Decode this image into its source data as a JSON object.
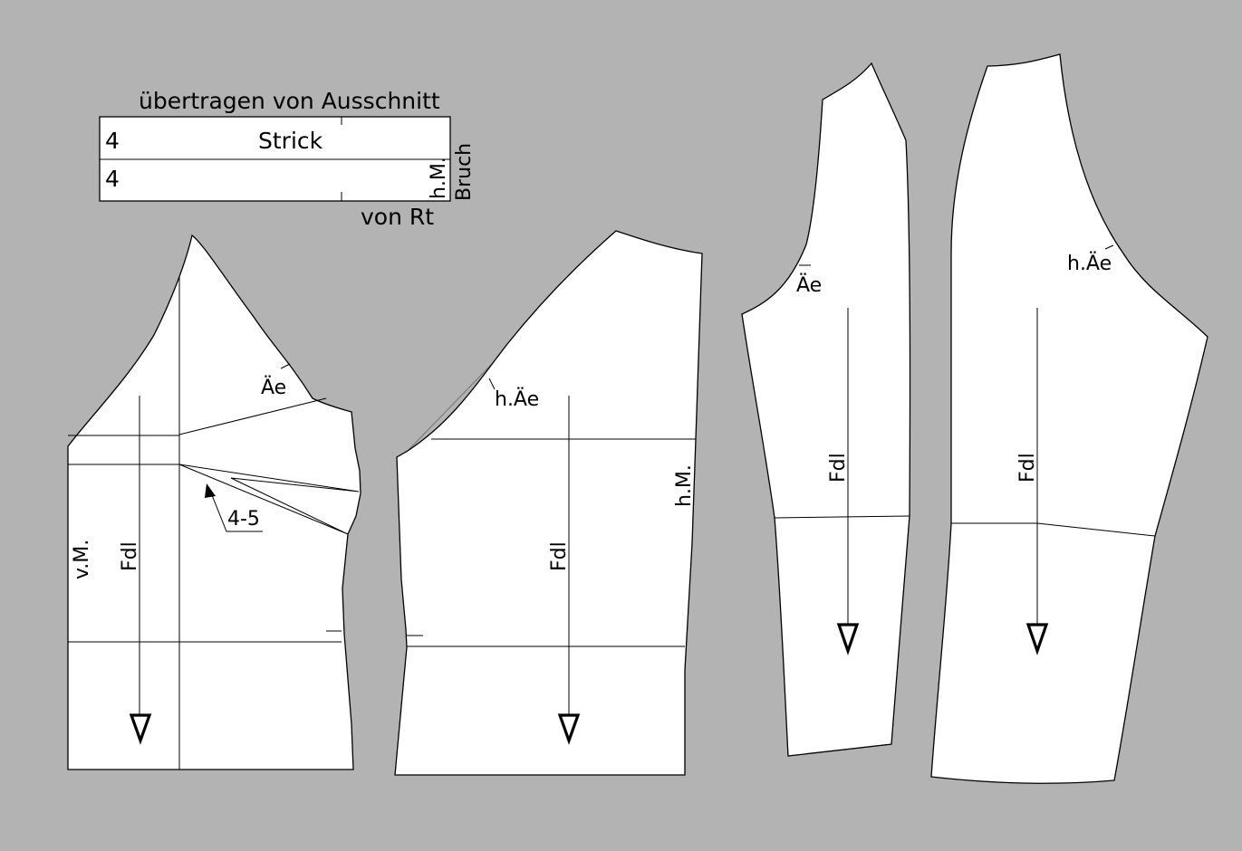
{
  "colors": {
    "background": "#b3b3b3",
    "piece_fill": "#ffffff",
    "stroke": "#000000"
  },
  "strip": {
    "header": "übertragen von Ausschnitt",
    "row1_number": "4",
    "row1_label": "Strick",
    "row2_number": "4",
    "row2_mark": "h.M.",
    "side_label": "Bruch",
    "footer": "von Rt"
  },
  "front_bodice": {
    "armhole_label": "Äe",
    "dart_label": "4-5",
    "center_label": "v.M.",
    "grain_label": "Fdl"
  },
  "back_bodice": {
    "armhole_label": "h.Äe",
    "center_label": "h.M.",
    "grain_label": "Fdl"
  },
  "front_sleeve": {
    "armhole_label": "Äe",
    "grain_label": "Fdl"
  },
  "back_sleeve": {
    "armhole_label": "h.Äe",
    "grain_label": "Fdl"
  }
}
